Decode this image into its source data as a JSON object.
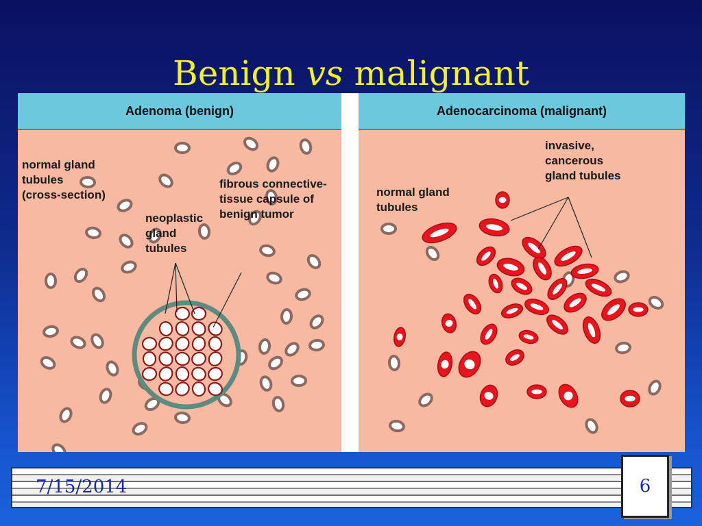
{
  "slide": {
    "title_before": "Benign",
    "title_italic": "vs",
    "title_after": "malignant",
    "date": "7/15/2014",
    "page_number": "6"
  },
  "figure": {
    "left_panel": {
      "header": "Adenoma (benign)",
      "labels": {
        "normal_gland": [
          "normal gland",
          "tubules",
          "(cross-section)"
        ],
        "neoplastic": [
          "neoplastic",
          "gland",
          "tubules"
        ],
        "capsule": [
          "fibrous connective-",
          "tissue capsule of",
          "benign tumor"
        ]
      }
    },
    "right_panel": {
      "header": "Adenocarcinoma (malignant)",
      "labels": {
        "normal_gland": [
          "normal gland",
          "tubules"
        ],
        "invasive": [
          "invasive,",
          "cancerous",
          "gland tubules"
        ]
      }
    },
    "colors": {
      "background": "#f7b9a2",
      "header": "#6cc8dc",
      "cancer": "#e8141e",
      "tubule_outline": "#8a6a60"
    }
  }
}
